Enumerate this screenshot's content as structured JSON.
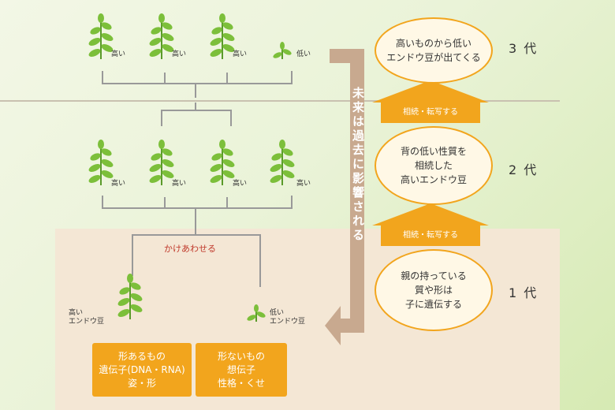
{
  "generations": {
    "g3": "3 代",
    "g2": "2 代",
    "g1": "1 代"
  },
  "gen3": {
    "plants": [
      {
        "label": "高い"
      },
      {
        "label": "高い"
      },
      {
        "label": "高い"
      },
      {
        "label": "低い"
      }
    ],
    "ellipse": "高いものから低い\nエンドウ豆が出てくる"
  },
  "gen2": {
    "plants": [
      {
        "label": "高い"
      },
      {
        "label": "高い"
      },
      {
        "label": "高い"
      },
      {
        "label": "高い"
      }
    ],
    "ellipse": "背の低い性質を\n相続した\n高いエンドウ豆"
  },
  "gen1": {
    "tall_label": "高い\nエンドウ豆",
    "short_label": "低い\nエンドウ豆",
    "ellipse": "親の持っている\n質や形は\n子に遺伝する",
    "cross_label": "かけあわせる"
  },
  "arrows": {
    "upper": "相続・転写する",
    "lower": "相続・転写する"
  },
  "side_arrow_text": "未来は過去に影響される",
  "boxes": {
    "tangible": "形あるもの\n遺伝子(DNA・RNA)\n姿・形",
    "intangible": "形ないもの\n想伝子\n性格・くせ"
  },
  "colors": {
    "accent": "#f2a51d",
    "plant": "#7cbf3a",
    "arrow": "#c8a98f",
    "line": "#999999",
    "cross": "#c0392b"
  }
}
